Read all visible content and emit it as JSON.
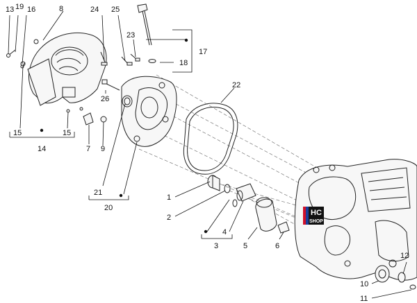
{
  "labels": {
    "p1": "1",
    "p2": "2",
    "p3": "3",
    "p4": "4",
    "p5": "5",
    "p6": "6",
    "p7": "7",
    "p8": "8",
    "p9": "9",
    "p10": "10",
    "p11": "11",
    "p12": "12",
    "p13": "13",
    "p14": "14",
    "p15a": "15",
    "p15b": "15",
    "p16": "16",
    "p17": "17",
    "p18": "18",
    "p19": "19",
    "p20": "20",
    "p21": "21",
    "p22": "22",
    "p23": "23",
    "p24": "24",
    "p25": "25",
    "p26": "26"
  },
  "logo": {
    "line1": "HC",
    "line2": "SHOP",
    "colors": {
      "red": "#d0102a",
      "blue": "#1a3f9a",
      "black": "#111111"
    }
  }
}
